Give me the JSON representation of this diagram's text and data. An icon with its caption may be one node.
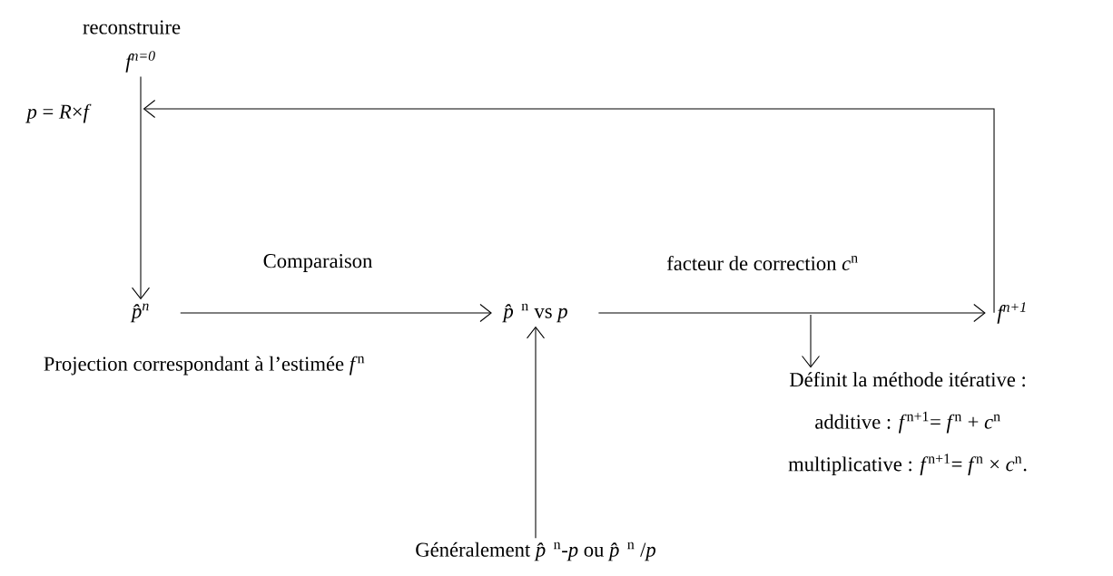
{
  "diagram": {
    "nodes": [
      {
        "text": [
          "f$^{n=0}$"
        ]
      },
      {
        "text": [
          "p̂$^{n}$"
        ],
        "beside": [
          "Projection correspondant à l’estimée *f*$^{n}$"
        ]
      },
      {
        "text": [
          "*p̂*$^{n}$ vs *p*"
        ]
      },
      {
        "text": [
          "f$^{n+1}$"
        ]
      },
      {
        "text": [
          "Généralement *p̂*$^{n}$-*p*  ou  *p̂*$^{n}$ /*p*"
        ]
      },
      {
        "text": [
          "Définit la méthode itérative :",
          "additive : *f*$^{n+1}$= *f*$^{n}$ + *c*$^{n}$",
          "multiplicative : *f*$^{n+1}$= *f*$^{n}$ × *c*$^{n}$."
        ]
      }
    ],
    "edges": [
      {
        "from": 0,
        "to": 1,
        "arrow": "to",
        "label": "*p* = *R*×*f*"
      },
      {
        "from": 1,
        "to": 2,
        "arrow": "to",
        "label": "Comparaison"
      },
      {
        "from": 2,
        "to": 3,
        "arrow": "to",
        "label": "facteur de correction  *c*$^{n}$"
      },
      {
        "from": 3,
        "to": 0,
        "arrow": "to"
      },
      {
        "from": 4,
        "to": 2,
        "arrow": "to"
      },
      {
        "from": null,
        "to": 5,
        "arrow": "to"
      }
    ],
    "labels": [
      "reconstruire"
    ]
  }
}
